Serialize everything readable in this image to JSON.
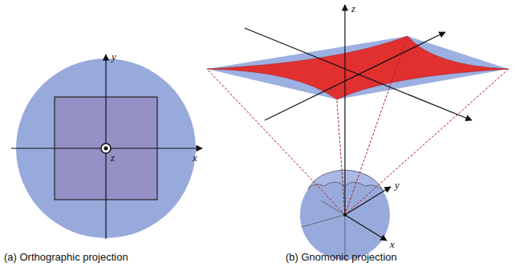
{
  "diagram": {
    "labels": [
      "y",
      "x",
      "z",
      "z",
      "y",
      "x",
      "(a) Orthographic projection",
      "(b) Gnomonic projection"
    ]
  }
}
